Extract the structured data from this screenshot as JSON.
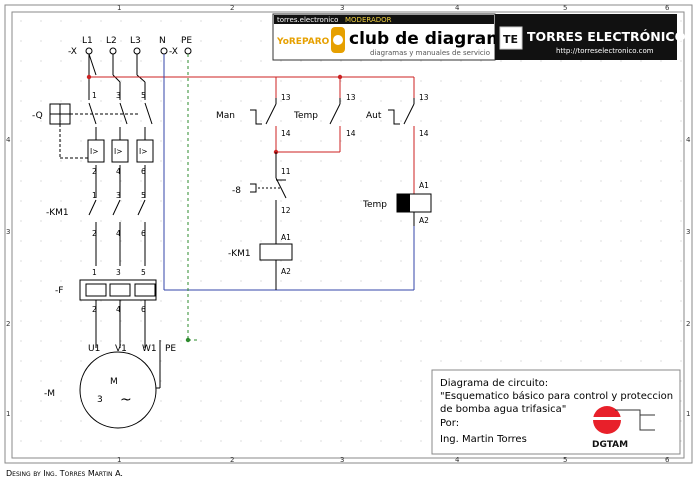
{
  "banner": {
    "site_text": "torres.electronico",
    "moderador": "MODERADOR",
    "yo_reparo": "YoREPARO",
    "club_title": "club de diagramas",
    "club_subtitle": "diagramas y manuales de servicio",
    "te_logo": "TE",
    "torres_title": "TORRES ELECTRÓNICO",
    "torres_url": "http://torreselectronico.com"
  },
  "terminals": {
    "L1": "L1",
    "L2": "L2",
    "L3": "L3",
    "N": "N",
    "PE": "PE",
    "x_left": "-X",
    "x_mid": "-X"
  },
  "power": {
    "q_label": "-Q",
    "km1_label": "-KM1",
    "f_label": "-F",
    "m_label": "-M",
    "pin1": "1",
    "pin3": "3",
    "pin5": "5",
    "pin2": "2",
    "pin4": "4",
    "pin6": "6",
    "relay_glyph": "I>",
    "u1": "U1",
    "v1": "V1",
    "w1": "W1",
    "pe": "PE",
    "motor_m": "M",
    "motor_3": "3",
    "motor_ac": "~"
  },
  "control": {
    "man": "Man",
    "temp_switch": "Temp",
    "aut": "Aut",
    "p13": "13",
    "p14": "14",
    "p11": "11",
    "p12": "12",
    "s8": "-8",
    "km1": "-KM1",
    "a1": "A1",
    "a2": "A2",
    "temp_timer": "Temp"
  },
  "edges": {
    "cols": [
      "1",
      "2",
      "3",
      "4",
      "5",
      "6"
    ],
    "rows": [
      "4",
      "3",
      "2",
      "1"
    ]
  },
  "title_block": {
    "line1": "Diagrama de circuito:",
    "line2": "\"Esquematico básico para control y proteccion",
    "line3": "de bomba agua trifasica\"",
    "line4": "Por:",
    "line5": "Ing. Martin Torres",
    "logo_text": "DGTAM"
  },
  "footer": "Desing by Ing. Torres Martin A.",
  "colors": {
    "phase": "#000000",
    "control_red": "#cc2222",
    "neutral_blue": "#3344aa",
    "earth_green": "#2e8b2e",
    "border": "#8a8a8a",
    "logo_red": "#e8202a"
  }
}
